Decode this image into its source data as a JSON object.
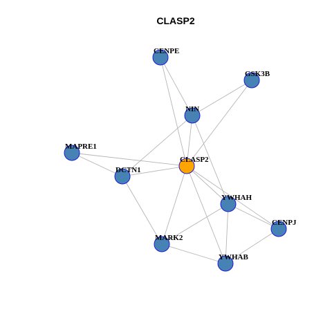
{
  "title": "CLASP2",
  "colors": {
    "center_node": "#FFA500",
    "node": "#4682B4",
    "node_border": "#1A1ADB",
    "edge": "#B5B5B5"
  },
  "nodes": [
    {
      "id": "CENPE",
      "center": false
    },
    {
      "id": "GSK3B",
      "center": false
    },
    {
      "id": "NIN",
      "center": false
    },
    {
      "id": "MAPRE1",
      "center": false
    },
    {
      "id": "CLASP2",
      "center": true
    },
    {
      "id": "DCTN1",
      "center": false
    },
    {
      "id": "YWHAH",
      "center": false
    },
    {
      "id": "CENPJ",
      "center": false
    },
    {
      "id": "MARK2",
      "center": false
    },
    {
      "id": "YWHAB",
      "center": false
    }
  ],
  "edges": [
    [
      "CENPE",
      "NIN"
    ],
    [
      "CENPE",
      "CLASP2"
    ],
    [
      "GSK3B",
      "NIN"
    ],
    [
      "GSK3B",
      "CLASP2"
    ],
    [
      "NIN",
      "CLASP2"
    ],
    [
      "NIN",
      "DCTN1"
    ],
    [
      "NIN",
      "YWHAH"
    ],
    [
      "MAPRE1",
      "CLASP2"
    ],
    [
      "MAPRE1",
      "DCTN1"
    ],
    [
      "DCTN1",
      "CLASP2"
    ],
    [
      "DCTN1",
      "MARK2"
    ],
    [
      "CLASP2",
      "YWHAH"
    ],
    [
      "CLASP2",
      "CENPJ"
    ],
    [
      "CLASP2",
      "MARK2"
    ],
    [
      "CLASP2",
      "YWHAB"
    ],
    [
      "YWHAH",
      "CENPJ"
    ],
    [
      "YWHAH",
      "MARK2"
    ],
    [
      "YWHAH",
      "YWHAB"
    ],
    [
      "CENPJ",
      "YWHAB"
    ],
    [
      "MARK2",
      "YWHAB"
    ]
  ]
}
